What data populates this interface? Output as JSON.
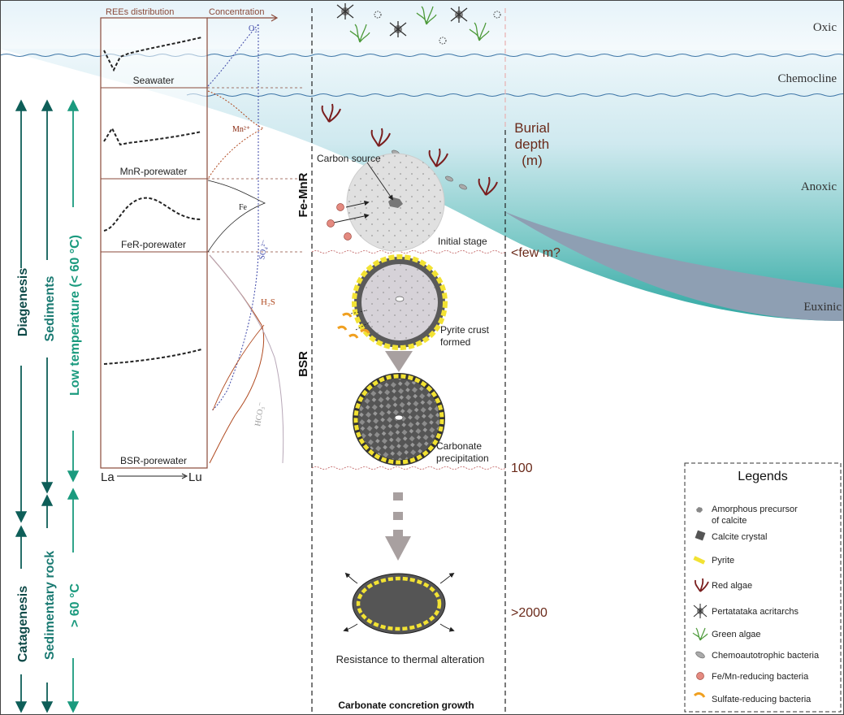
{
  "columns": {
    "ree_title": "REEs distribution",
    "conc_title": "Concentration",
    "axis_start": "La",
    "axis_end": "Lu"
  },
  "porewater_zones": [
    {
      "label": "Seawater"
    },
    {
      "label": "MnR-porewater"
    },
    {
      "label": "FeR-porewater"
    },
    {
      "label": "BSR-porewater"
    }
  ],
  "species": {
    "o2": "O₂",
    "mn": "Mn²⁺",
    "fe": "Fe",
    "so4": "SO₄²⁻",
    "h2s": "H₂S",
    "hco3": "HCO₃⁻"
  },
  "side_labels": {
    "diagenesis": "Diagenesis",
    "catagenesis": "Catagenesis",
    "sediments": "Sediments",
    "sedimentary_rock": "Sedimentary rock",
    "low_temp": "Low temperature (< 60 °C)",
    "high_temp": "> 60 °C"
  },
  "water_layers": {
    "oxic": "Oxic",
    "chemocline": "Chemocline",
    "anoxic": "Anoxic",
    "euxinic": "Euxinic"
  },
  "burial": {
    "title_line1": "Burial",
    "title_line2": "depth",
    "title_line3": "(m)",
    "d1": "<few m?",
    "d2": "100",
    "d3": ">2000"
  },
  "stages": {
    "femnr": "Fe-MnR",
    "bsr": "BSR",
    "carbon_source": "Carbon source",
    "initial": "Initial stage",
    "pyrite_crust_1": "Pyrite crust",
    "pyrite_crust_2": "formed",
    "carb_precip_1": "Carbonate",
    "carb_precip_2": "precipitation",
    "resistance": "Resistance to thermal alteration",
    "footer": "Carbonate concretion growth"
  },
  "legend": {
    "title": "Legends",
    "items": [
      {
        "label1": "Amorphous precursor",
        "label2": "of calcite",
        "icon": "amorphous-precursor-icon"
      },
      {
        "label1": "Calcite crystal",
        "label2": "",
        "icon": "calcite-crystal-icon"
      },
      {
        "label1": "Pyrite",
        "label2": "",
        "icon": "pyrite-icon"
      },
      {
        "label1": "Red algae",
        "label2": "",
        "icon": "red-algae-icon"
      },
      {
        "label1": "Pertatataka acritarchs",
        "label2": "",
        "icon": "acritarch-icon"
      },
      {
        "label1": "Green algae",
        "label2": "",
        "icon": "green-algae-icon"
      },
      {
        "label1": "Chemoautotrophic bacteria",
        "label2": "",
        "icon": "chemoautotrophic-bacteria-icon"
      },
      {
        "label1": "Fe/Mn-reducing bacteria",
        "label2": "",
        "icon": "femn-bacteria-icon"
      },
      {
        "label1": "Sulfate-reducing bacteria",
        "label2": "",
        "icon": "sulfate-bacteria-icon"
      }
    ]
  },
  "colors": {
    "frame_brown": "#8a4a3a",
    "teal_label": "#1a9a7e",
    "dark_teal": "#1f5a5a",
    "depth_brown": "#6a2a1a",
    "pyrite_yellow": "#f2e233",
    "sulfate_orange": "#f0a020"
  }
}
